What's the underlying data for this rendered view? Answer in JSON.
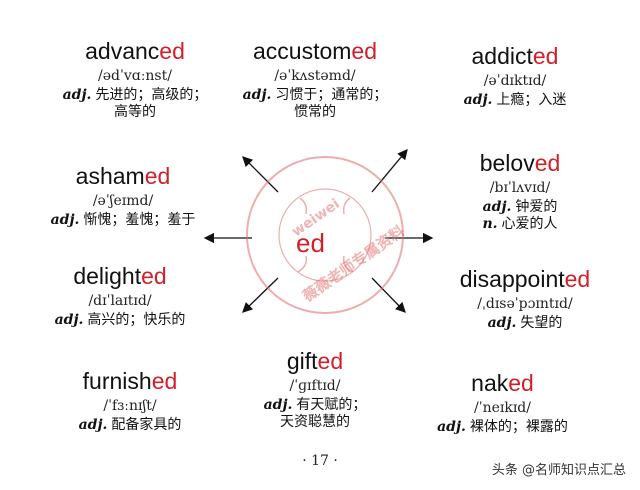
{
  "center": {
    "suffix": "ed"
  },
  "watermark": {
    "line1": "weiwei",
    "line2": "薇薇老师专属资料",
    "color": "#e06b6b"
  },
  "entries": {
    "advanced": {
      "stem": "advanc",
      "suffix": "ed",
      "pron": "/ədˈvɑːnst/",
      "pos": "adj.",
      "def1": "先进的；高级的；",
      "def2": "高等的"
    },
    "accustomed": {
      "stem": "accustom",
      "suffix": "ed",
      "pron": "/əˈkʌstəmd/",
      "pos": "adj.",
      "def1": "习惯于；通常的；",
      "def2": "惯常的"
    },
    "addicted": {
      "stem": "addict",
      "suffix": "ed",
      "pron": "/əˈdɪktɪd/",
      "pos": "adj.",
      "def1": "上瘾；入迷"
    },
    "ashamed": {
      "stem": "asham",
      "suffix": "ed",
      "pron": "/əˈʃeɪmd/",
      "pos": "adj.",
      "def1": "惭愧；羞愧；羞于"
    },
    "beloved": {
      "stem": "belov",
      "suffix": "ed",
      "pron": "/bɪˈlʌvɪd/",
      "pos": "adj.",
      "def1": "钟爱的",
      "pos2": "n.",
      "def2": "心爱的人"
    },
    "delighted": {
      "stem": "delight",
      "suffix": "ed",
      "pron": "/dɪˈlaɪtɪd/",
      "pos": "adj.",
      "def1": "高兴的；快乐的"
    },
    "disappointed": {
      "stem": "disappoint",
      "suffix": "ed",
      "pron": "/ˌdɪsəˈpɔɪntɪd/",
      "pos": "adj.",
      "def1": "失望的"
    },
    "furnished": {
      "stem": "furnish",
      "suffix": "ed",
      "pron": "/ˈfɜːnɪʃt/",
      "pos": "adj.",
      "def1": "配备家具的"
    },
    "gifted": {
      "stem": "gift",
      "suffix": "ed",
      "pron": "/ˈɡɪftɪd/",
      "pos": "adj.",
      "def1": "有天赋的；",
      "def2": "天资聪慧的"
    },
    "naked": {
      "stem": "nak",
      "suffix": "ed",
      "pron": "/ˈneɪkɪd/",
      "pos": "adj.",
      "def1": "裸体的；裸露的"
    }
  },
  "page_number": "· 17 ·",
  "credit": "头条 @名师知识点汇总"
}
